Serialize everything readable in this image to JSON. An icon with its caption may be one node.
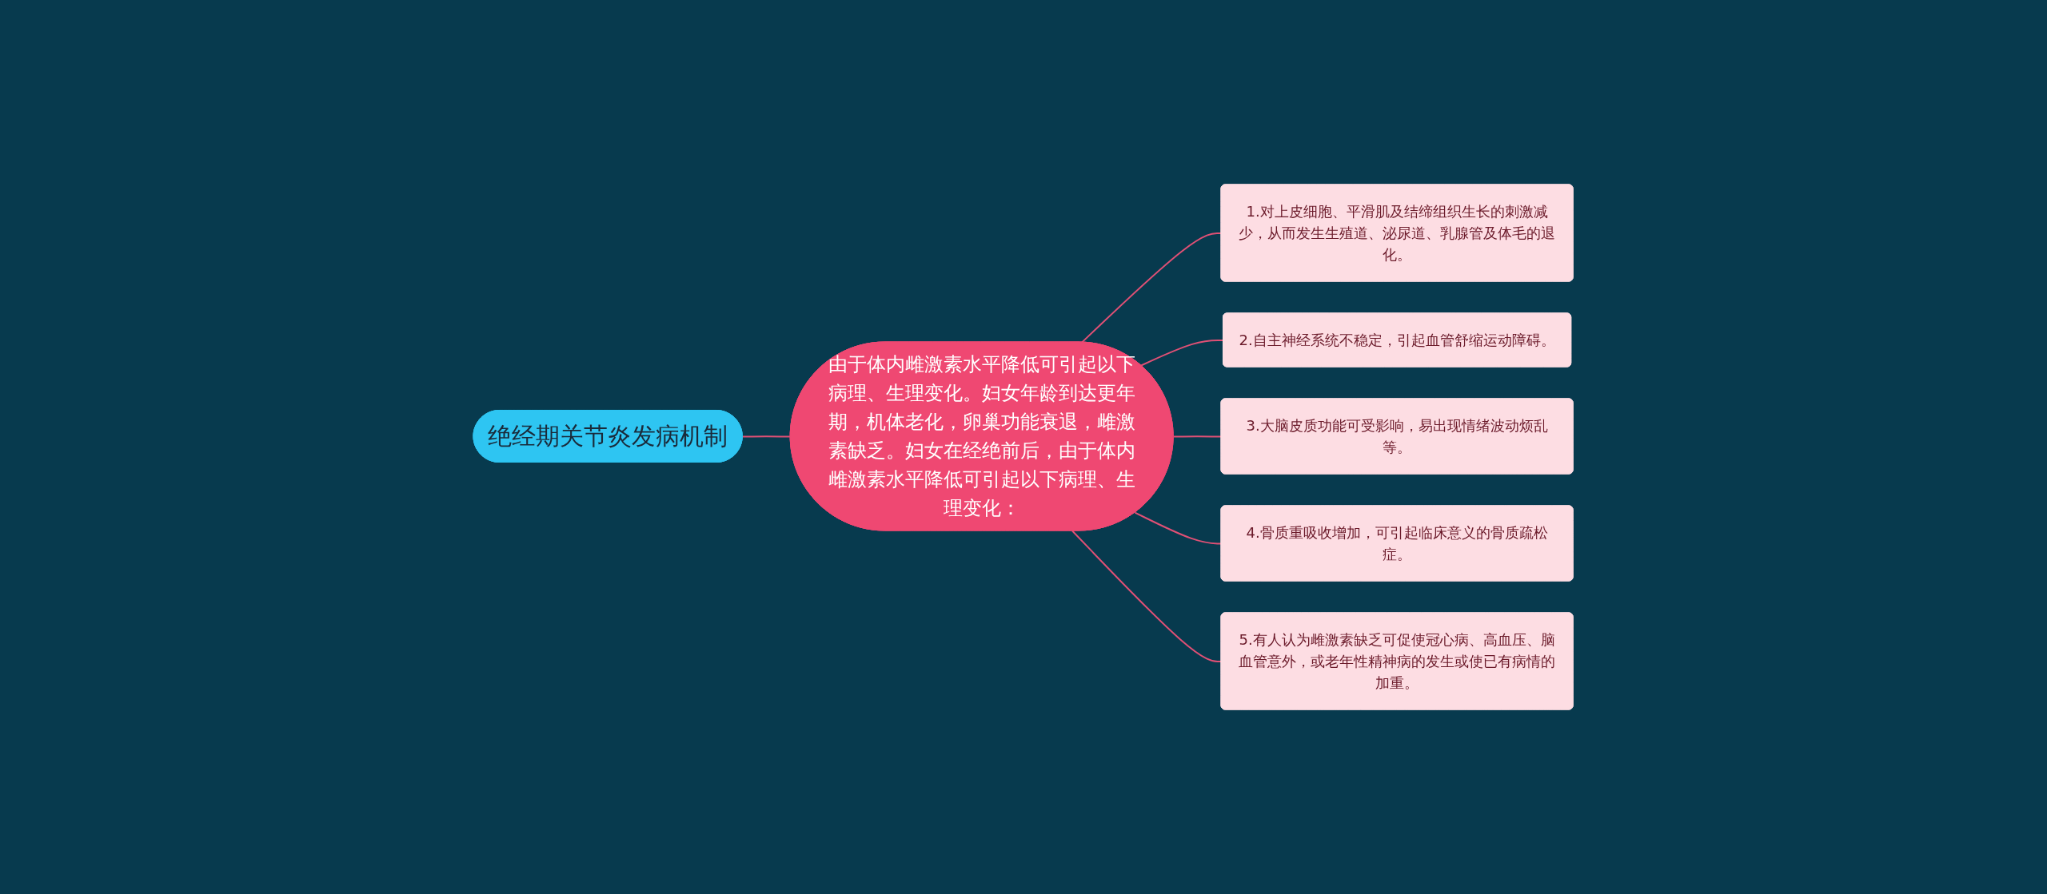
{
  "diagram": {
    "nodes": [
      {
        "text": [
          "绝经期关节炎发病机制"
        ]
      },
      {
        "text": [
          "由于体内雌激素水平降低可引起以下病理、生理变化。妇女年龄到达更年期，机体老化，卵巢功能衰退，雌激素缺乏。妇女在经绝前后，由于体内雌激素水平降低可引起以下病理、生理变化："
        ]
      },
      {
        "text": [
          "1.对上皮细胞、平滑肌及结缔组织生长的刺激减少，从而发生生殖道、泌尿道、乳腺管及体毛的退化。"
        ]
      },
      {
        "text": [
          "2.自主神经系统不稳定，引起血管舒缩运动障碍。"
        ]
      },
      {
        "text": [
          "3.大脑皮质功能可受影响，易出现情绪波动烦乱等。"
        ]
      },
      {
        "text": [
          "4.骨质重吸收增加，可引起临床意义的骨质疏松症。"
        ]
      },
      {
        "text": [
          "5.有人认为雌激素缺乏可促使冠心病、高血压、脑血管意外，或老年性精神病的发生或使已有病情的加重。"
        ]
      }
    ],
    "edges": [
      {
        "from": 0,
        "to": 1,
        "arrow": "none"
      },
      {
        "from": 1,
        "to": 2,
        "arrow": "none"
      },
      {
        "from": 1,
        "to": 3,
        "arrow": "none"
      },
      {
        "from": 1,
        "to": 4,
        "arrow": "none"
      },
      {
        "from": 1,
        "to": 5,
        "arrow": "none"
      },
      {
        "from": 1,
        "to": 6,
        "arrow": "none"
      }
    ]
  }
}
